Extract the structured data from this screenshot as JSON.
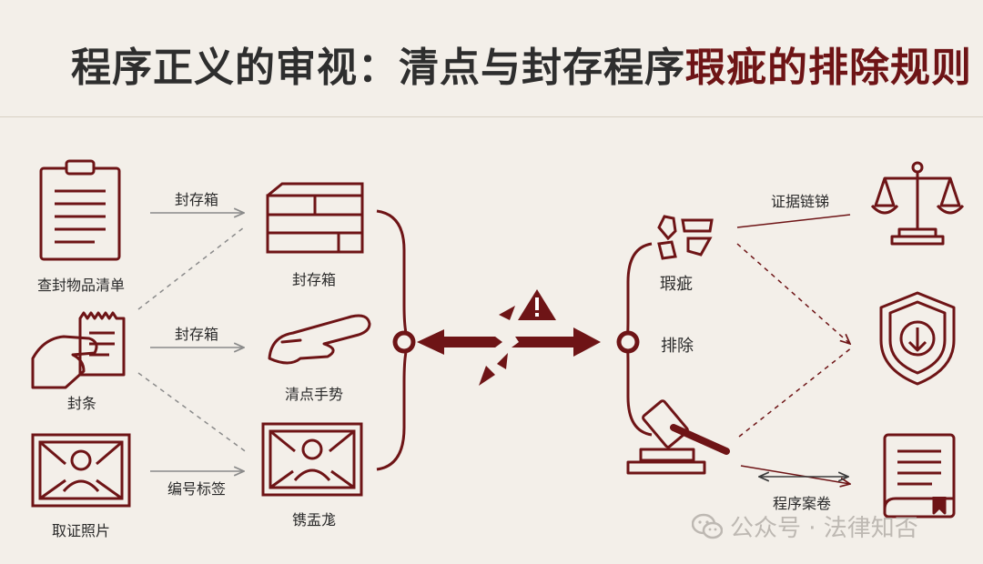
{
  "title": {
    "main": "程序正义的审视：清点与封存程序",
    "accent": "瑕疵的排除规则"
  },
  "left_items": {
    "list": "查封物品清单",
    "seal": "封条",
    "photo": "取证照片"
  },
  "arrow_labels": {
    "top": "封存箱",
    "middle": "封存箱",
    "bottom": "编号标签"
  },
  "middle_items": {
    "box": "封存箱",
    "hand": "清点手势",
    "frame": "镌盂尨"
  },
  "center": {
    "defect": "瑕疵",
    "exclude": "排除"
  },
  "right_labels": {
    "chain": "证据链锑",
    "file": "程序案卷"
  },
  "icons": [
    "clipboard-icon",
    "seal-strip-icon",
    "photo-frame-icon",
    "sealed-box-icon",
    "counting-hand-icon",
    "portrait-frame-icon",
    "warning-icon",
    "defect-icon",
    "gavel-icon",
    "scales-icon",
    "shield-icon",
    "book-icon",
    "wechat-icon"
  ],
  "colors": {
    "accent": "#6e1416",
    "ink": "#2e2e2e",
    "paper": "#f3efe9",
    "line": "#8a8a8a"
  },
  "watermark": "公众号 · 法律知否"
}
